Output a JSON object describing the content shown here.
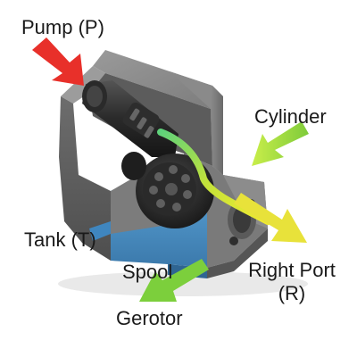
{
  "labels": {
    "pump": "Pump (P)",
    "cylinder": "Cylinder",
    "tank": "Tank (T)",
    "spool": "Spool",
    "right_port_line1": "Right Port",
    "right_port_line2": "(R)",
    "gerotor": "Gerotor"
  },
  "colors": {
    "pump_arrow": "#e8302a",
    "cylinder_arrow": "#8fd43a",
    "gerotor_arrow": "#7ccf3c",
    "right_port_arrow": "#e8e23a",
    "tank_block": "#4a8fc4",
    "body": "#6f6f6f"
  }
}
